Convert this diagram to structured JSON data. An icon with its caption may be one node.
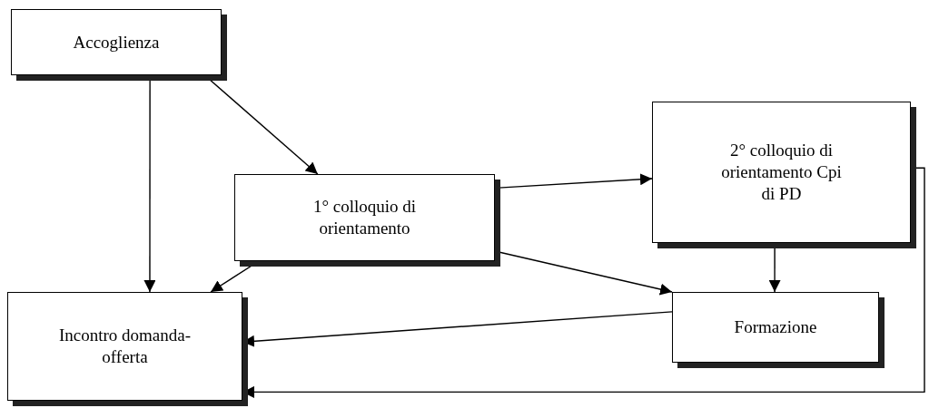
{
  "diagram": {
    "nodes": [
      {
        "text": [
          "Accoglienza"
        ]
      },
      {
        "text": [
          "1° colloquio di orientamento"
        ]
      },
      {
        "text": [
          "2° colloquio di orientamento Cpi di PD"
        ]
      },
      {
        "text": [
          "Formazione"
        ]
      },
      {
        "text": [
          "Incontro domanda-offerta"
        ]
      }
    ],
    "edges": [
      {
        "from": 0,
        "to": 4,
        "arrow": "to"
      },
      {
        "from": 0,
        "to": 1,
        "arrow": "to"
      },
      {
        "from": 1,
        "to": 2,
        "arrow": "to"
      },
      {
        "from": 1,
        "to": 4,
        "arrow": "to"
      },
      {
        "from": 1,
        "to": 3,
        "arrow": "to"
      },
      {
        "from": 2,
        "to": 3,
        "arrow": "to"
      },
      {
        "from": 3,
        "to": 4,
        "arrow": "to"
      },
      {
        "from": 2,
        "to": 4,
        "arrow": "to"
      }
    ]
  }
}
